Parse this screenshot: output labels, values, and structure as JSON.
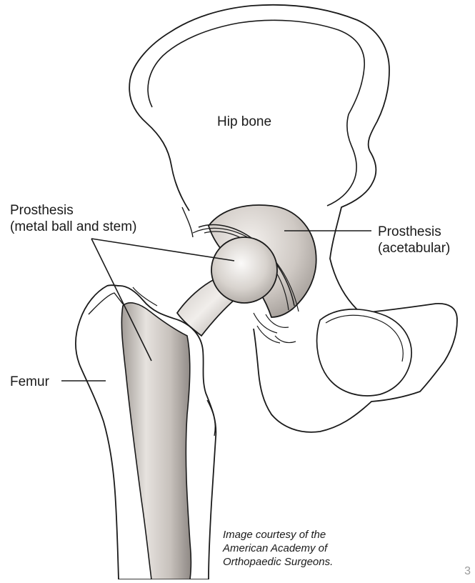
{
  "diagram": {
    "labels": {
      "hip_bone": "Hip bone",
      "prosthesis_stem_line1": "Prosthesis",
      "prosthesis_stem_line2": "(metal ball and stem)",
      "prosthesis_acetabular_line1": "Prosthesis",
      "prosthesis_acetabular_line2": "(acetabular)",
      "femur": "Femur"
    },
    "credit": {
      "line1": "Image courtesy of the",
      "line2": "American Academy of",
      "line3": "Orthopaedic Surgeons."
    },
    "page_number": "3",
    "colors": {
      "outline": "#1a1a1a",
      "metal_light": "#f2efec",
      "metal_dark": "#a59f9a",
      "background": "#ffffff"
    }
  }
}
